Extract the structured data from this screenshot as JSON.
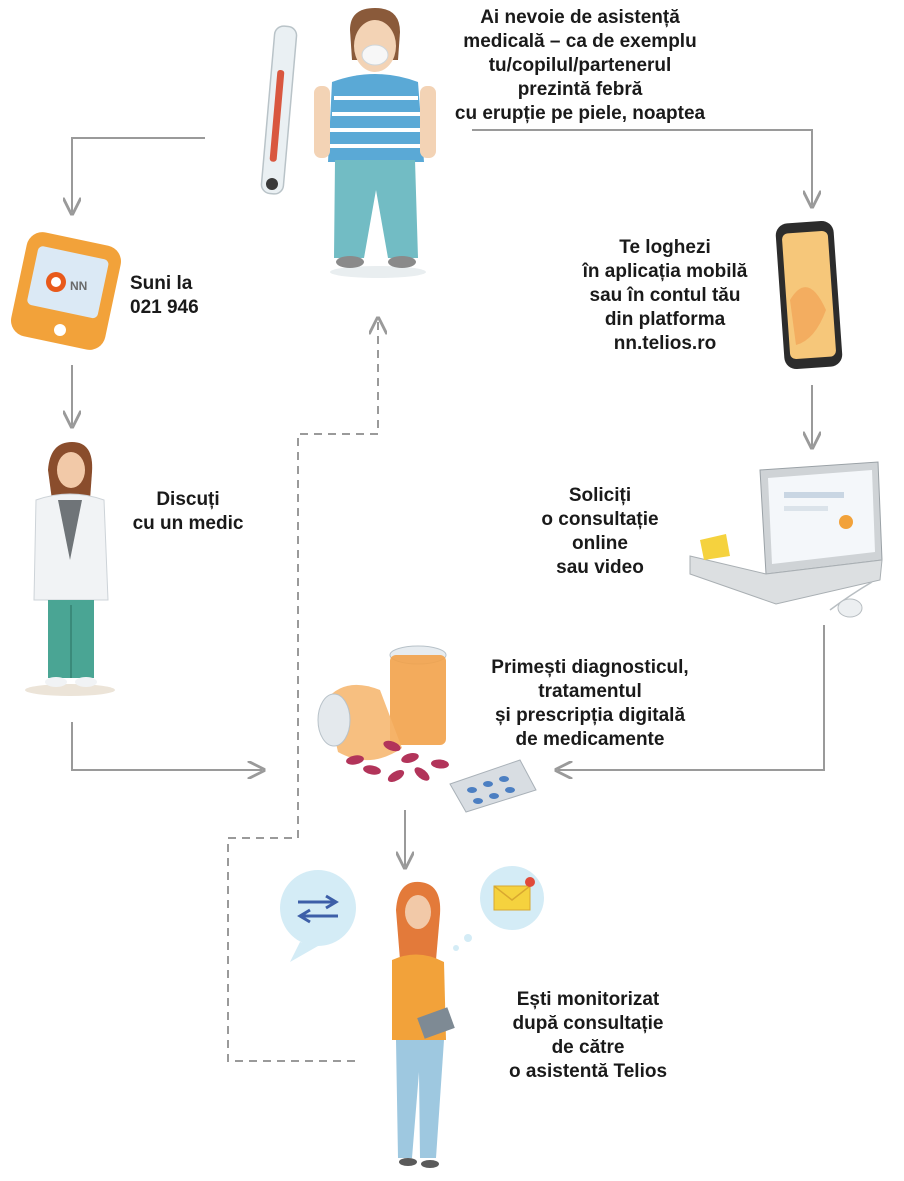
{
  "steps": {
    "need_help": [
      "Ai nevoie de asistență",
      "medicală – ca de exemplu",
      "tu/copilul/partenerul",
      "prezintă febră",
      "cu erupție pe piele, noaptea"
    ],
    "call": [
      "Suni la",
      "021 946"
    ],
    "login": [
      "Te loghezi",
      "în aplicația mobilă",
      "sau în contul tău",
      "din platforma",
      "nn.telios.ro"
    ],
    "talk_doctor": [
      "Discuți",
      "cu un medic"
    ],
    "request_consult": [
      "Soliciți",
      "o consultație",
      "online",
      "sau video"
    ],
    "diagnosis": [
      "Primești diagnosticul,",
      "tratamentul",
      "și prescripția digitală",
      "de medicamente"
    ],
    "monitored": [
      "Ești monitorizat",
      "după consultație",
      "de către",
      "o asistentă Telios"
    ]
  },
  "phone_logo": "NN",
  "colors": {
    "arrow": "#9a9a9a",
    "text": "#1a1a1a",
    "phone_orange": "#f2a23a",
    "shirt_blue": "#5aa9d6"
  }
}
